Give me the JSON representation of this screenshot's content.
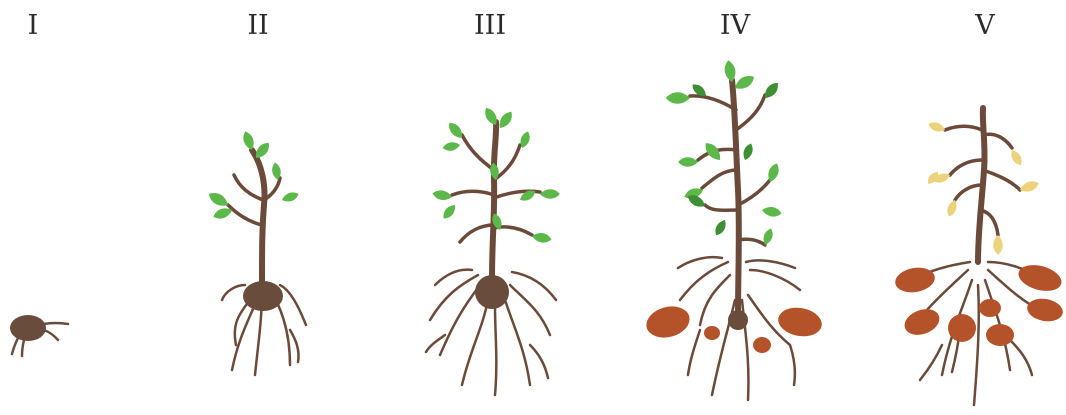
{
  "stages": [
    {
      "label": "I"
    },
    {
      "label": "II"
    },
    {
      "label": "III"
    },
    {
      "label": "IV"
    },
    {
      "label": "V"
    }
  ],
  "colors": {
    "stem": "#6b4a3a",
    "seed_tuber": "#6a4c3d",
    "leaf": "#5cb84a",
    "leaf_dark": "#3f8f35",
    "new_tuber": "#b4522a",
    "senescent_leaf": "#ecd27a"
  }
}
